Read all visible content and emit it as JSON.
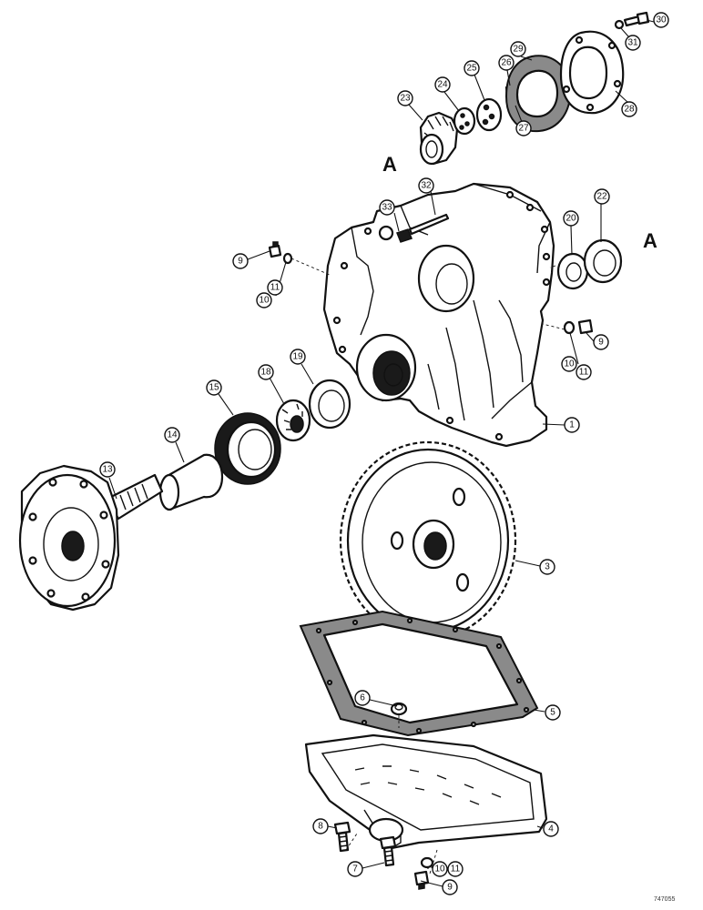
{
  "letters": {
    "a_top": "A",
    "a_right": "A"
  },
  "callouts": {
    "c1": "1",
    "c3": "3",
    "c4": "4",
    "c5": "5",
    "c6": "6",
    "c7": "7",
    "c8": "8",
    "c9_left": "9",
    "c9_right": "9",
    "c9_bottom": "9",
    "c10_left": "10",
    "c10_right": "10",
    "c10_bottom": "10",
    "c11_left": "11",
    "c11_right": "11",
    "c11_bottom": "11",
    "c13": "13",
    "c14": "14",
    "c15": "15",
    "c18": "18",
    "c19": "19",
    "c20": "20",
    "c22": "22",
    "c23": "23",
    "c24": "24",
    "c25": "25",
    "c26": "26",
    "c27": "27",
    "c28": "28",
    "c29": "29",
    "c30": "30",
    "c31": "31",
    "c32": "32",
    "c33": "33"
  },
  "figure_ref": "747055"
}
